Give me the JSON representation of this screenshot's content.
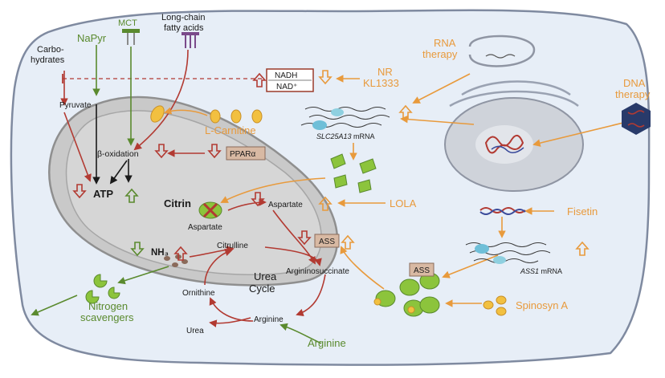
{
  "labels": {
    "napyr": "NaPyr",
    "mct": "MCT",
    "lcfa_line1": "Long-chain",
    "lcfa_line2": "fatty acids",
    "carbo_line1": "Carbo-",
    "carbo_line2": "hydrates",
    "pyruvate": "Pyruvate",
    "beta_ox": "β-oxidation",
    "atp": "ATP",
    "citrin": "Citrin",
    "aspartate_mito": "Aspartate",
    "nh3": "NH₃",
    "citrulline": "Citrulline",
    "ornithine": "Ornithine",
    "urea_cycle_line1": "Urea",
    "urea_cycle_line2": "Cycle",
    "argininosuccinate": "Argininosuccinate",
    "arginine_cycle": "Arginine",
    "urea": "Urea",
    "arginine_therapy": "Arginine",
    "nitrogen_line1": "Nitrogen",
    "nitrogen_line2": "scavengers",
    "lcarnitine": "L-Carnitine",
    "ppara": "PPARα",
    "nadh": "NADH",
    "nad": "NAD⁺",
    "nr_line1": "NR",
    "nr_line2": "KL1333",
    "rna_line1": "RNA",
    "rna_line2": "therapy",
    "dna_line1": "DNA",
    "dna_line2": "therapy",
    "slc_gene": "SLC25A13",
    "mrna": " mRNA",
    "aspartate_cyto": "Aspartate",
    "lola": "LOLA",
    "ass_center": "ASS",
    "ass_right": "ASS",
    "fisetin": "Fisetin",
    "ass1_gene": "ASS1",
    "mrna2": " mRNA",
    "spinosyn": "Spinosyn A"
  },
  "colors": {
    "orange": "#e89a3c",
    "green": "#5a8a2e",
    "red": "#b23a32",
    "cell_fill": "#e7eef7",
    "cell_stroke": "#7f8aa0",
    "mito_fill": "#c9c9c9",
    "nucleus_fill": "#cfd3da",
    "box_fill": "#d8b9a3"
  },
  "icons": [
    "up-arrow-icon",
    "down-arrow-icon",
    "inhibition-x-icon",
    "dna-helix-icon",
    "transporter-icon",
    "pill-icon"
  ]
}
